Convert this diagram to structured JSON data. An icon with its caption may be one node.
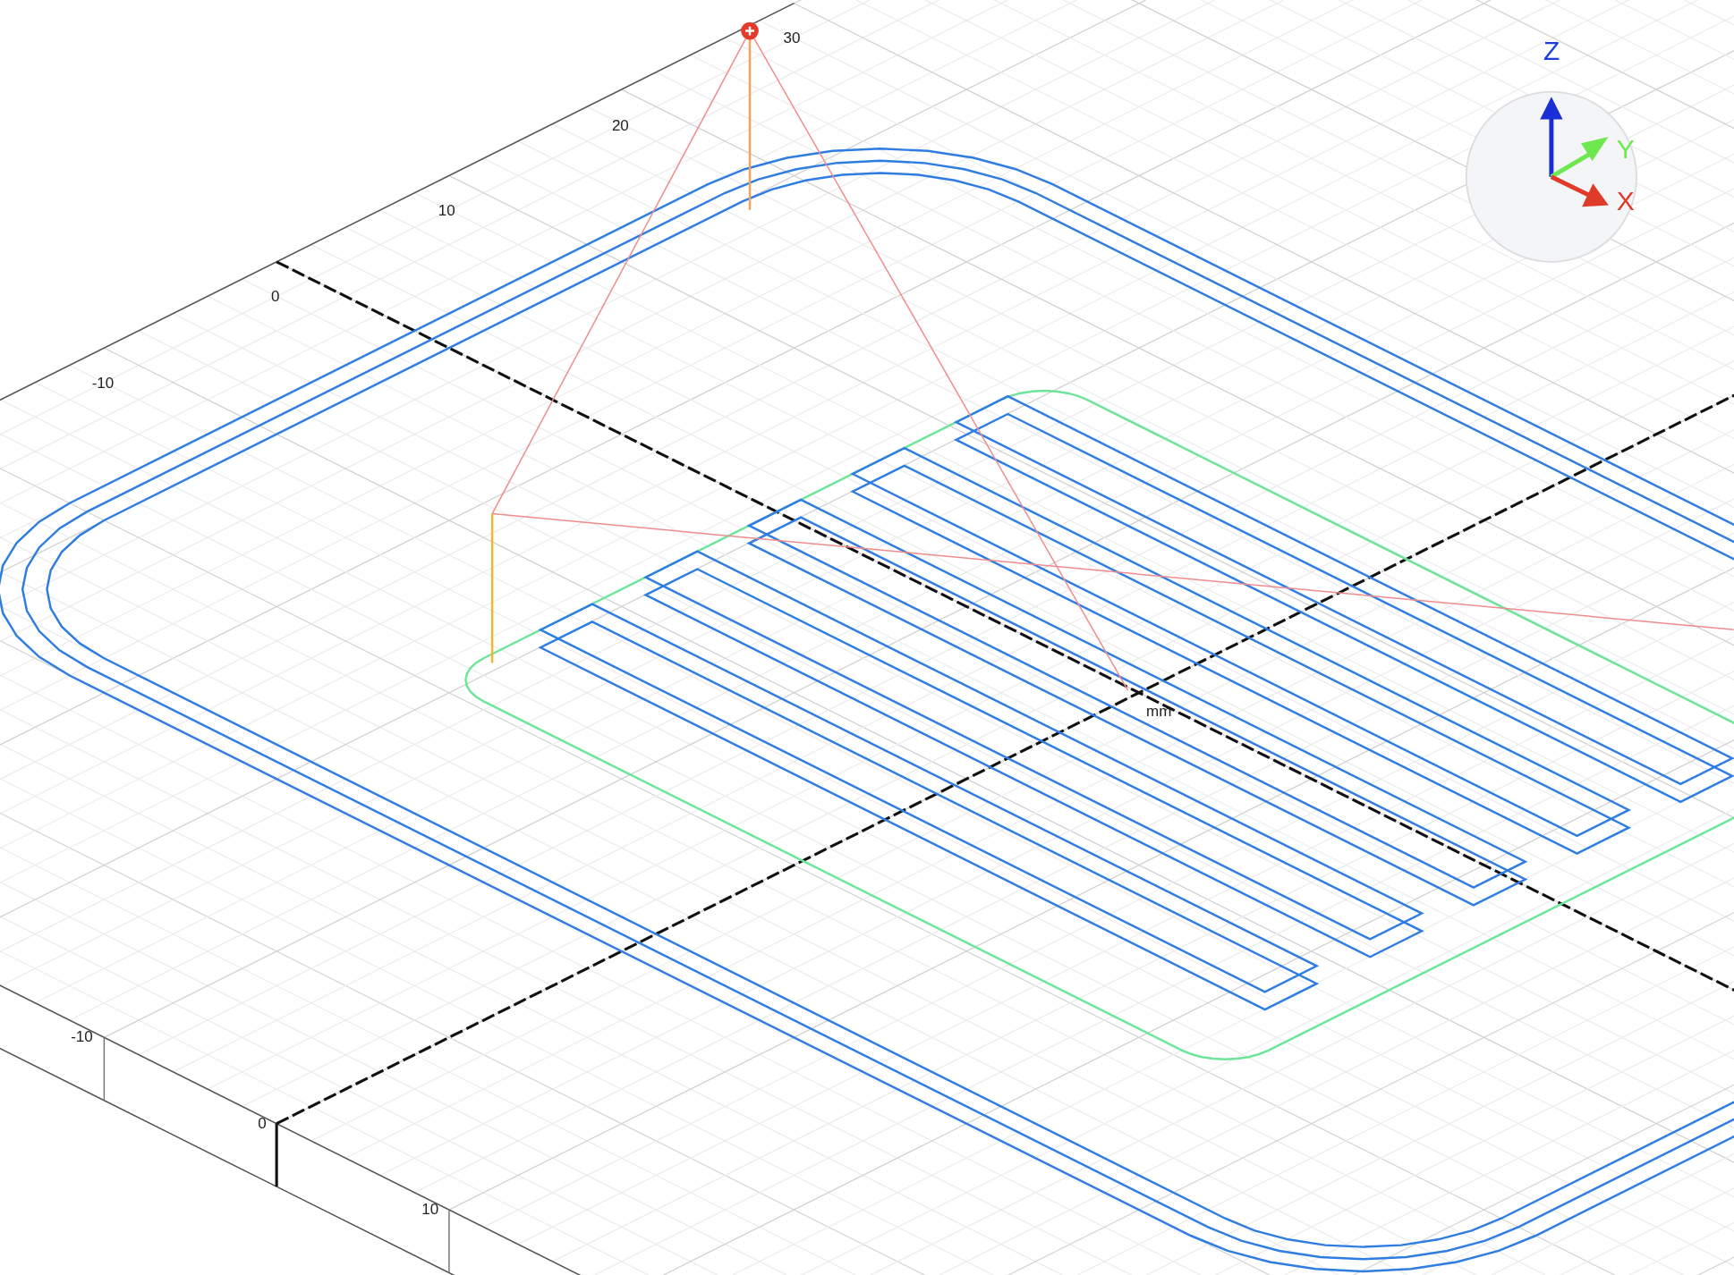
{
  "diagram": {
    "labels": [
      "30",
      "20",
      "10",
      "0",
      "-10",
      "-10",
      "0",
      "10",
      "mm",
      "Z",
      "Y",
      "X"
    ]
  }
}
